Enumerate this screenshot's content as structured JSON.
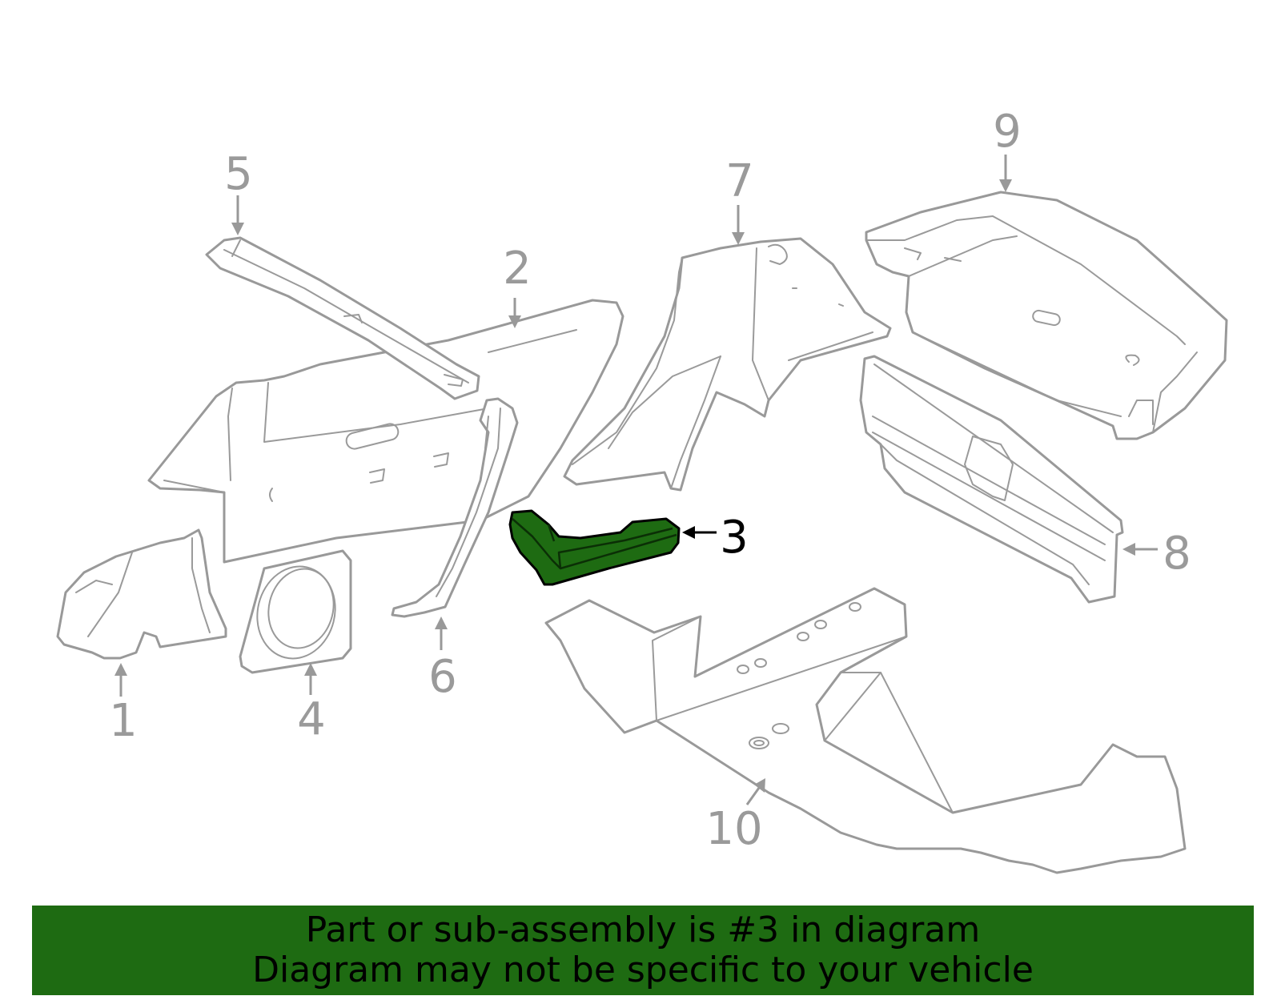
{
  "callouts": {
    "c1": "1",
    "c2": "2",
    "c3": "3",
    "c4": "4",
    "c5": "5",
    "c6": "6",
    "c7": "7",
    "c8": "8",
    "c9": "9",
    "c10": "10"
  },
  "highlighted_part": "3",
  "colors": {
    "highlight_fill": "#1e6b12",
    "banner_background": "#1e6b12",
    "part_outline": "#999999"
  },
  "banner": {
    "line1": "Part or sub-assembly is #3 in diagram",
    "line2": "Diagram may not be specific to your vehicle"
  }
}
